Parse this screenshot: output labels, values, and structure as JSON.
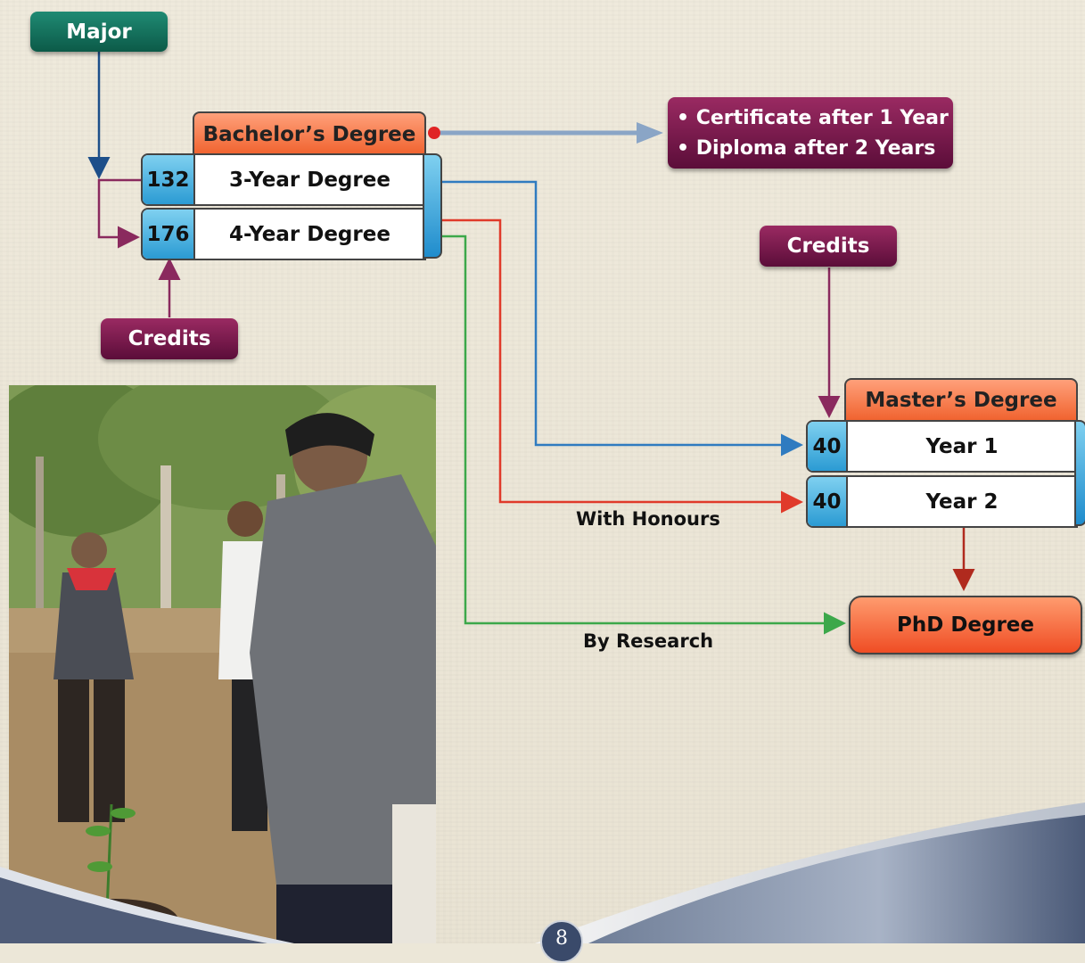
{
  "major_label": "Major",
  "credits_label_left": "Credits",
  "credits_label_right": "Credits",
  "bachelor": {
    "title": "Bachelor’s Degree",
    "rows": [
      {
        "credits": "132",
        "label": "3-Year Degree"
      },
      {
        "credits": "176",
        "label": "4-Year Degree"
      }
    ]
  },
  "exit_options": [
    "• Certificate after 1 Year",
    "• Diploma after 2 Years"
  ],
  "master": {
    "title": "Master’s Degree",
    "rows": [
      {
        "credits": "40",
        "label": "Year 1"
      },
      {
        "credits": "40",
        "label": "Year 2"
      }
    ]
  },
  "phd_label": "PhD Degree",
  "with_honours_label": "With Honours",
  "by_research_label": "By Research",
  "page_number": "8",
  "colors": {
    "blue_path": "#2f7bc0",
    "red_path": "#e03a2a",
    "green_path": "#3ca84a",
    "maroon_path": "#8a2a5e",
    "gray_arrow": "#8aa5c6"
  }
}
